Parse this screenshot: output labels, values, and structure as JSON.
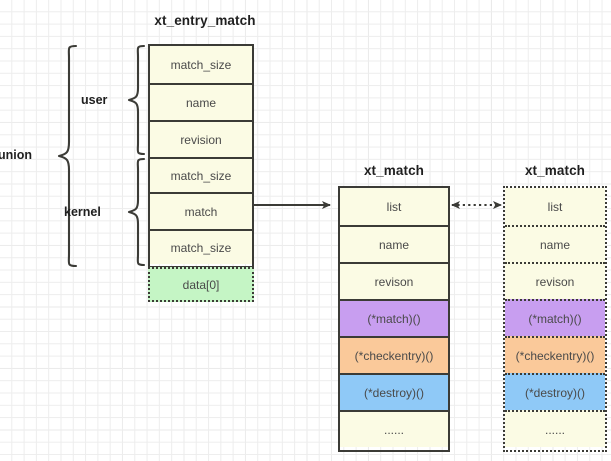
{
  "diagram": {
    "title_xt_entry_match": "xt_entry_match",
    "title_xt_match_middle": "xt_match",
    "title_xt_match_right": "xt_match",
    "braces": {
      "union": "union",
      "user": "user",
      "kernel": "kernel"
    },
    "colors": {
      "cream": "#fbfbe4",
      "green": "#c5f5c5",
      "purple": "#c89ef0",
      "orange": "#fac99a",
      "blue": "#8fc9f7",
      "border": "#3b3b36",
      "text": "#4a4a4a",
      "title_text": "#1f1f1f",
      "grid_fine": "#ededed",
      "grid_bold": "#dcdcdc"
    },
    "xt_entry_match": {
      "rows": [
        {
          "label": "match_size",
          "fill": "cream",
          "group": "user"
        },
        {
          "label": "name",
          "fill": "cream",
          "group": "user"
        },
        {
          "label": "revision",
          "fill": "cream",
          "group": "user"
        },
        {
          "label": "match_size",
          "fill": "cream",
          "group": "kernel"
        },
        {
          "label": "match",
          "fill": "cream",
          "group": "kernel"
        },
        {
          "label": "match_size",
          "fill": "cream",
          "group": "kernel"
        }
      ],
      "detached_row": {
        "label": "data[0]",
        "fill": "green",
        "border": "dotted"
      }
    },
    "xt_match_middle": {
      "border": "solid",
      "rows": [
        {
          "label": "list",
          "fill": "cream"
        },
        {
          "label": "name",
          "fill": "cream"
        },
        {
          "label": "revison",
          "fill": "cream"
        },
        {
          "label": "(*match)()",
          "fill": "purple"
        },
        {
          "label": "(*checkentry)()",
          "fill": "orange"
        },
        {
          "label": "(*destroy)()",
          "fill": "blue"
        },
        {
          "label": "......",
          "fill": "cream"
        }
      ]
    },
    "xt_match_right": {
      "border": "dotted",
      "rows": [
        {
          "label": "list",
          "fill": "cream"
        },
        {
          "label": "name",
          "fill": "cream"
        },
        {
          "label": "revison",
          "fill": "cream"
        },
        {
          "label": "(*match)()",
          "fill": "purple"
        },
        {
          "label": "(*checkentry)()",
          "fill": "orange"
        },
        {
          "label": "(*destroy)()",
          "fill": "blue"
        },
        {
          "label": "......",
          "fill": "cream"
        }
      ]
    },
    "connectors": [
      {
        "name": "match-to-xt_match",
        "style": "solid",
        "arrows": "end"
      },
      {
        "name": "xt_match-to-xt_match",
        "style": "dotted",
        "arrows": "both"
      }
    ]
  }
}
